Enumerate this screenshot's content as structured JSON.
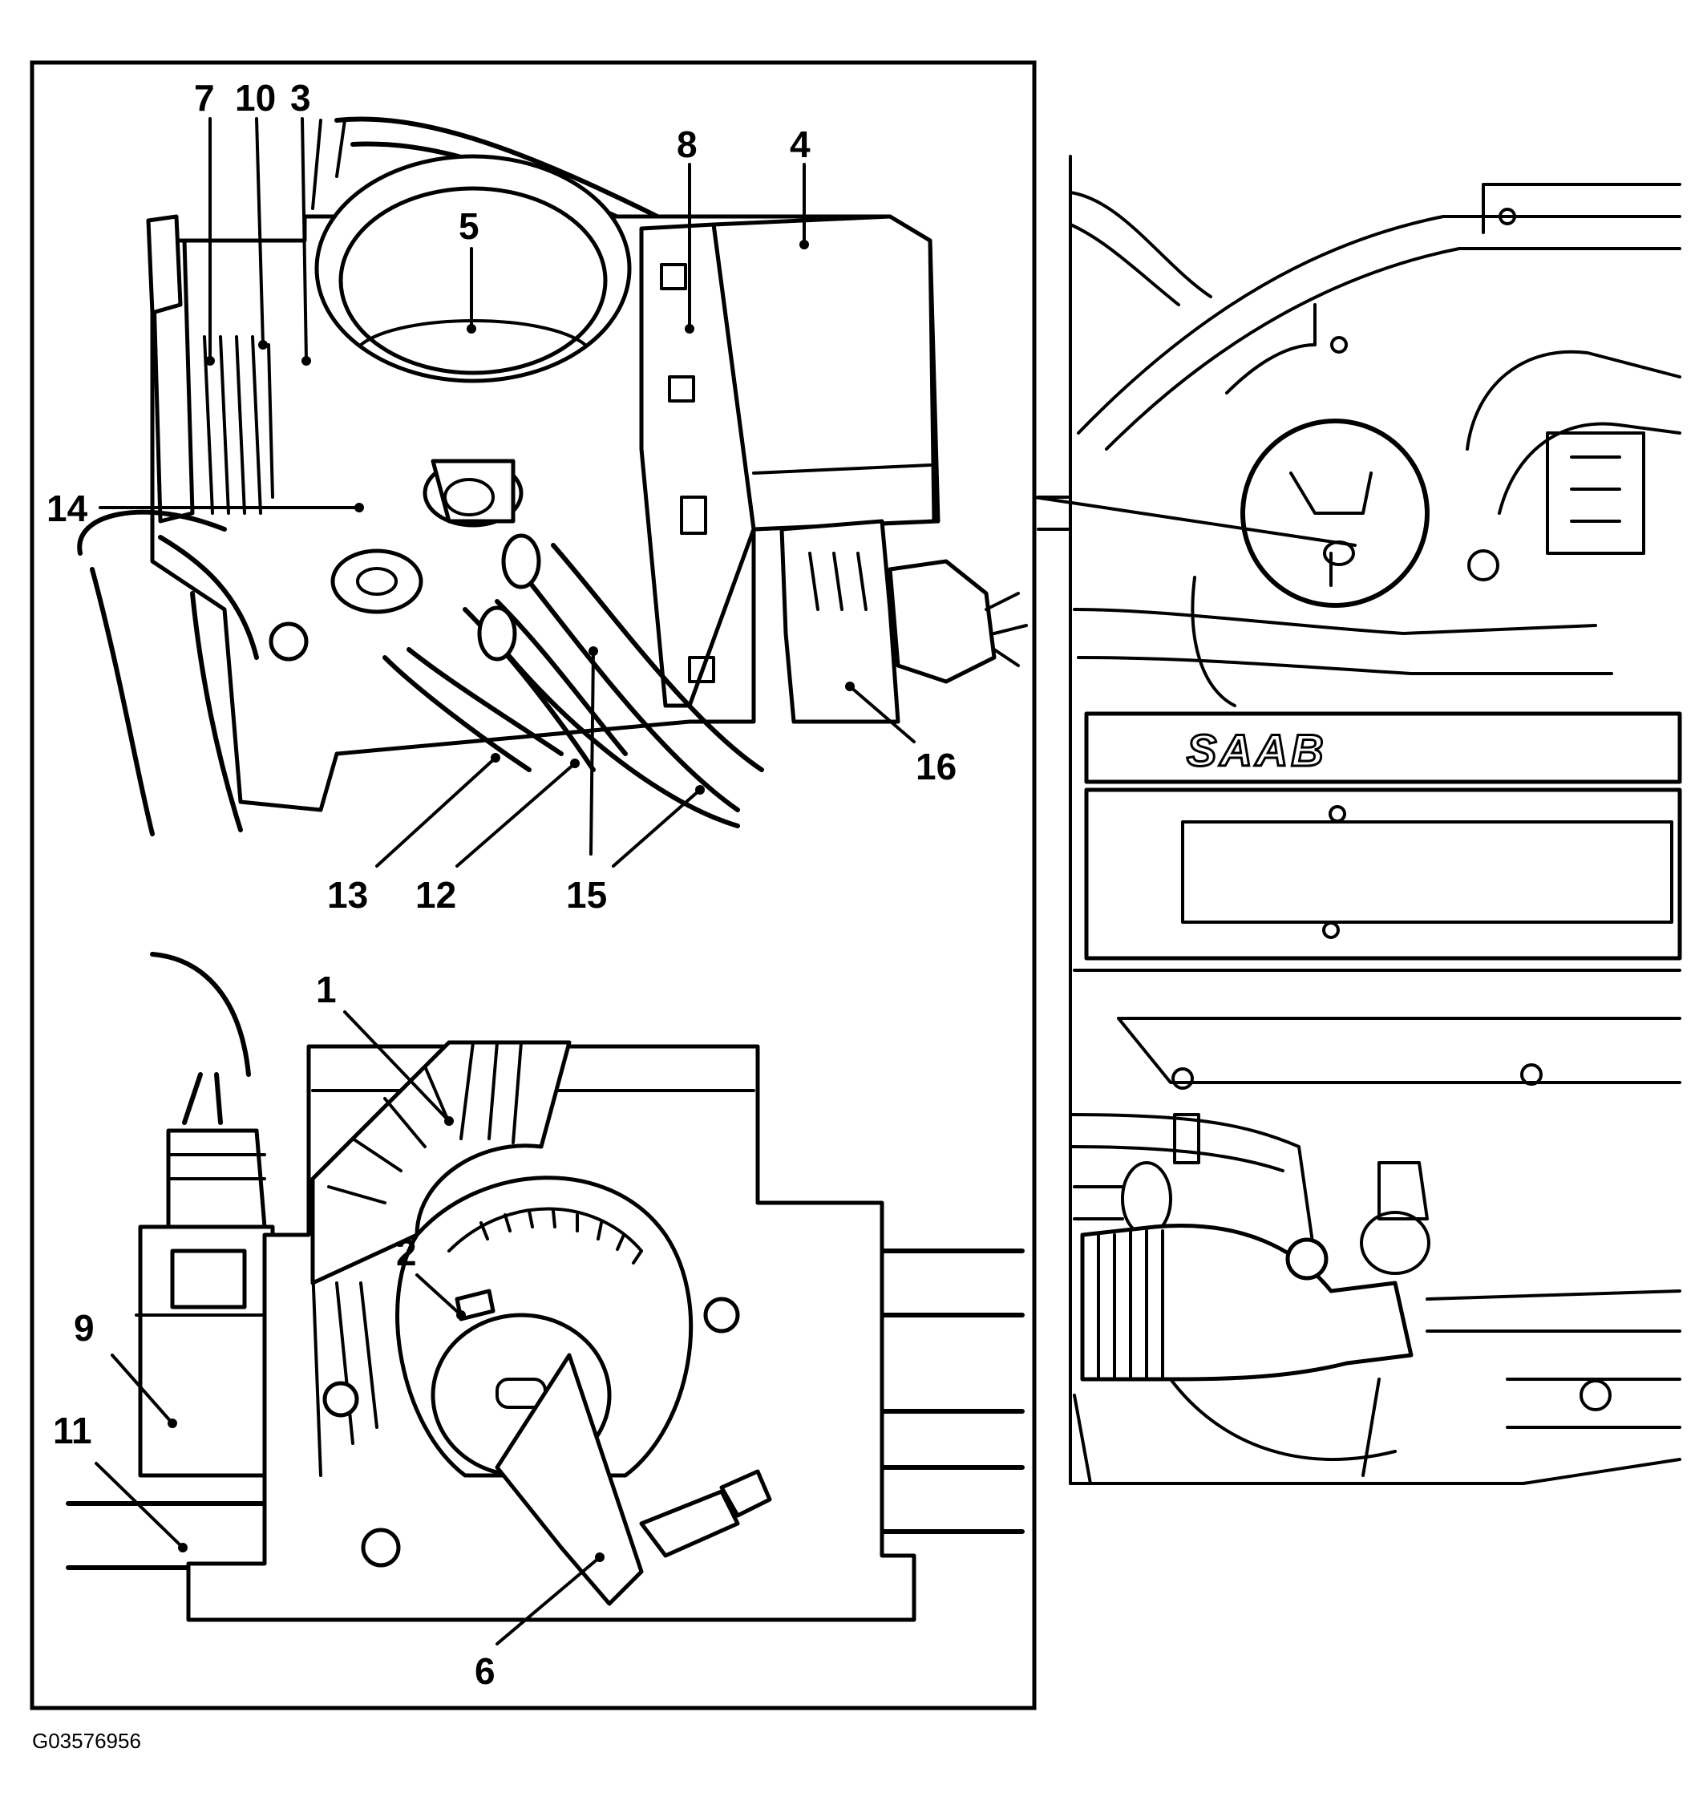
{
  "figure_code": "G03576956",
  "brand_text": "SAAB",
  "callouts": {
    "c1": "1",
    "c2": "2",
    "c3": "3",
    "c4": "4",
    "c5": "5",
    "c6": "6",
    "c7": "7",
    "c8": "8",
    "c9": "9",
    "c10": "10",
    "c11": "11",
    "c12": "12",
    "c13": "13",
    "c14": "14",
    "c15": "15",
    "c16": "16"
  }
}
